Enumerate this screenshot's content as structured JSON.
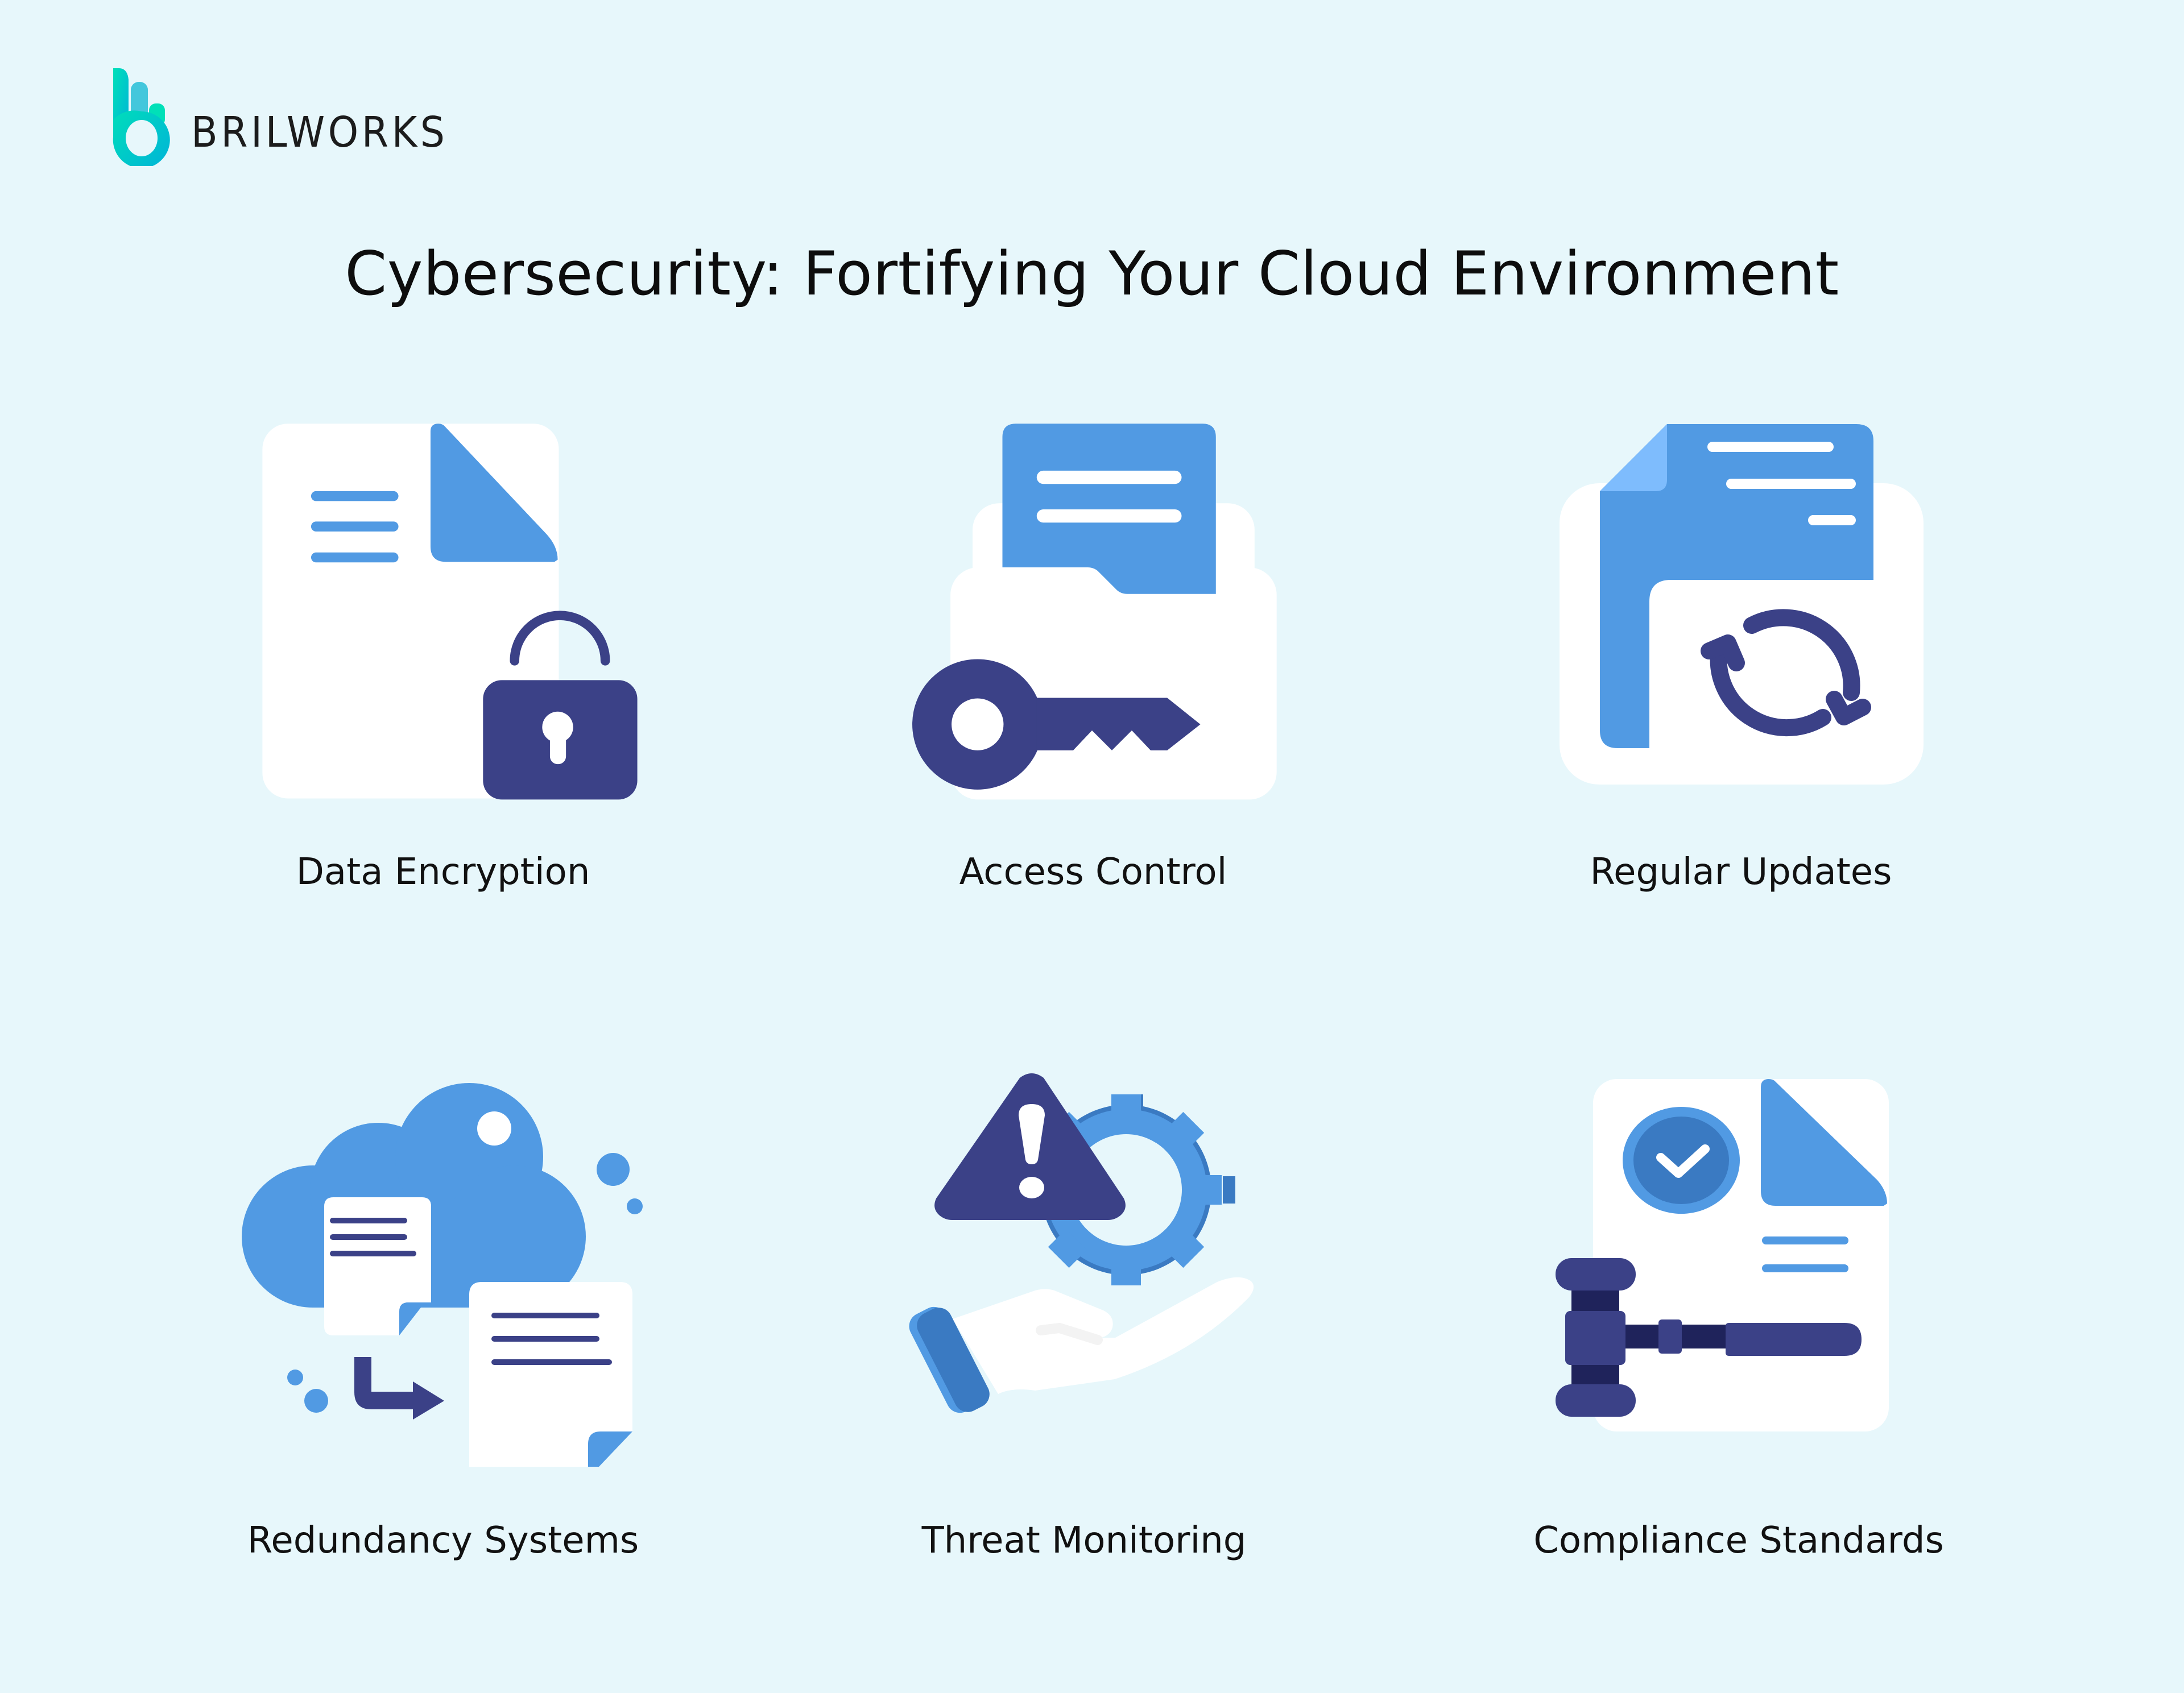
{
  "brand": {
    "name": "BRILWORKS",
    "logo_icon": "brilworks-b-logo",
    "gradient_start": "#00e0b8",
    "gradient_end": "#00b4d8"
  },
  "header": {
    "title": "Cybersecurity: Fortifying Your Cloud Environment"
  },
  "colors": {
    "background": "#e7f7fb",
    "primary_blue": "#519ae3",
    "dark_blue": "#3a7ac2",
    "navy": "#3b4187",
    "deep_navy": "#1f235b",
    "light_blue": "#7ebcfd",
    "white": "#ffffff"
  },
  "items": [
    {
      "label": "Data Encryption",
      "icon": "document-lock-icon"
    },
    {
      "label": "Access Control",
      "icon": "folder-key-icon"
    },
    {
      "label": "Regular Updates",
      "icon": "folder-refresh-icon"
    },
    {
      "label": "Redundancy Systems",
      "icon": "cloud-documents-backup-icon"
    },
    {
      "label": "Threat Monitoring",
      "icon": "hand-warning-gear-icon"
    },
    {
      "label": "Compliance Standards",
      "icon": "document-gavel-check-icon"
    }
  ]
}
